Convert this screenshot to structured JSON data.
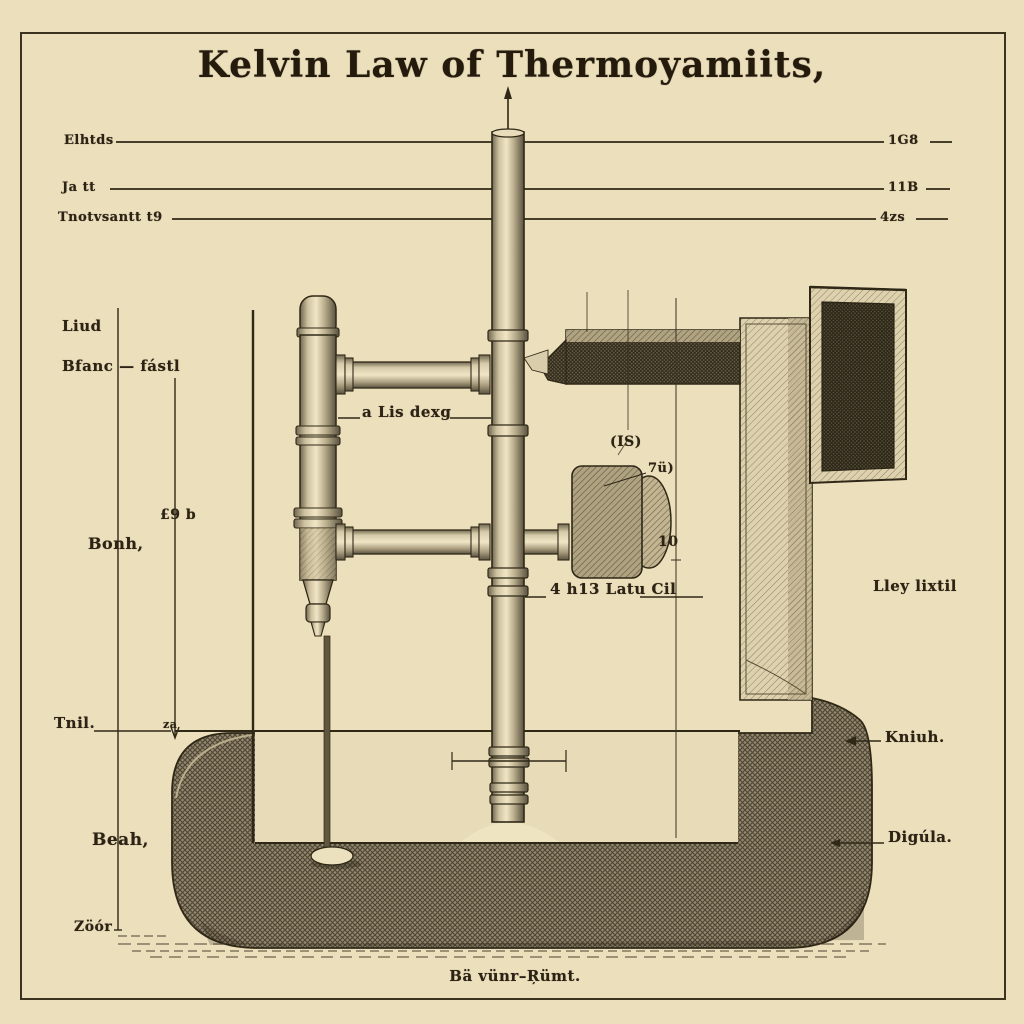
{
  "title": "Kelvin Law of Thermoyamiits,",
  "caption": "Bä vünr–Ŗümt.",
  "colors": {
    "background": "#ecdfbc",
    "ink": "#2f2817",
    "frame_border": "#3b321f",
    "metal_light": "#ddd1ae",
    "metal_mid": "#c3b591",
    "tank_dark": "#6b614b"
  },
  "figure": {
    "left_scale_labels": [
      "Elhtds",
      "Ja tt",
      "Tnotvsantt t9"
    ],
    "right_scale_labels": [
      "1G8",
      "11B",
      "4zs"
    ],
    "left_callouts": {
      "liud": "Liud",
      "blanc": "Bfanc — fástl",
      "l9b": "£9 b",
      "bonh": "Bonh,",
      "tnil": "Tnil.",
      "za": "za",
      "beah": "Beah,",
      "zoor": "Zöór"
    },
    "center_callouts": {
      "lisdexg": "a Lis dexg",
      "is": "(IS)",
      "seven_u": "7ü)",
      "ten": "10",
      "latu": "4 h13 Latu Cil"
    },
    "right_callouts": {
      "lley": "Lley lixtil",
      "kniuh": "Kniuh.",
      "digula": "Digúla."
    }
  }
}
